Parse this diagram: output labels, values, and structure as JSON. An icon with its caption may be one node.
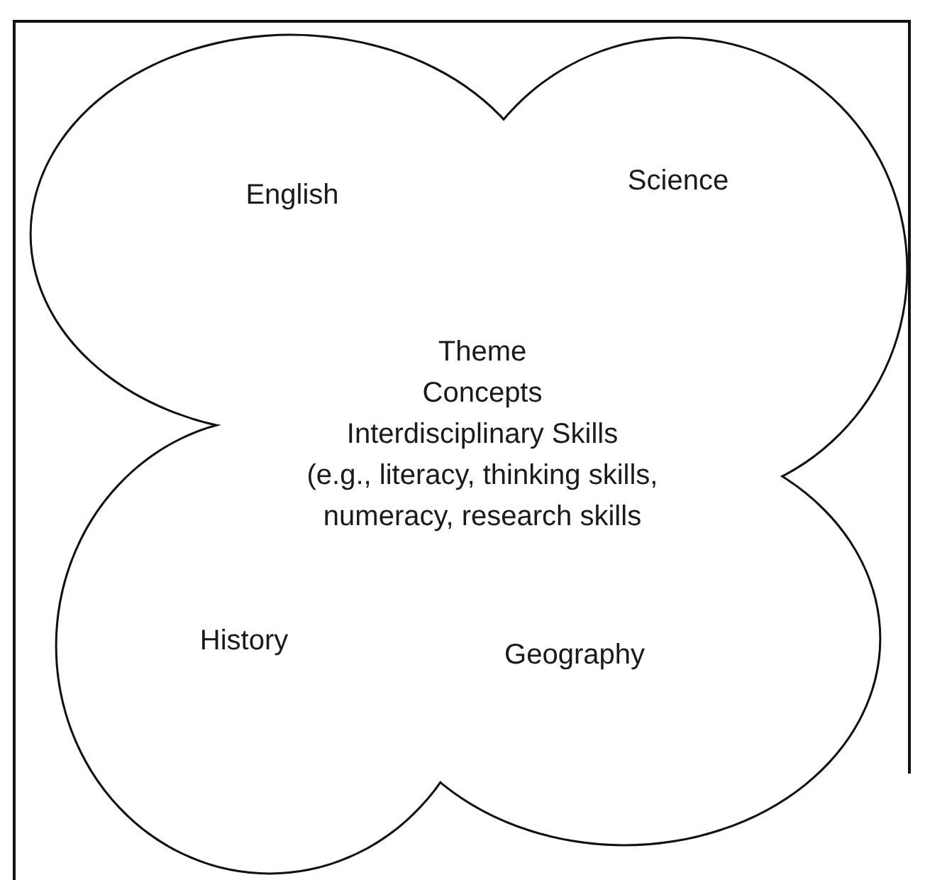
{
  "diagram": {
    "nodes": [
      {
        "text": [
          "English"
        ]
      },
      {
        "text": [
          "Science"
        ]
      },
      {
        "text": [
          "History"
        ]
      },
      {
        "text": [
          "Geography"
        ]
      }
    ],
    "labels": [
      "Theme",
      "Concepts",
      "Interdisciplinary Skills",
      "(e.g., literacy, thinking skills, numeracy, research skills"
    ]
  }
}
